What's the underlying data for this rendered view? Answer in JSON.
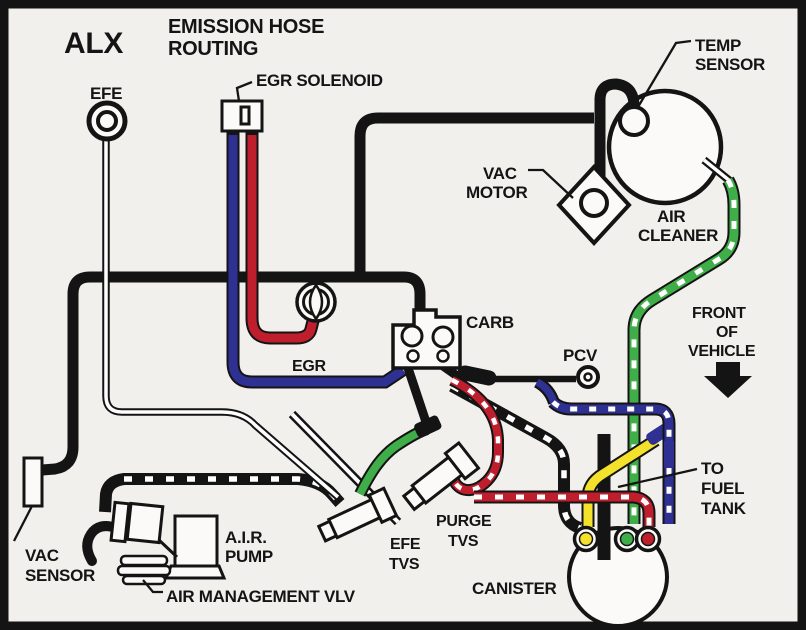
{
  "diagram": {
    "model_code": "ALX",
    "title_line1": "EMISSION HOSE",
    "title_line2": "ROUTING",
    "front_of_vehicle": [
      "FRONT",
      "OF",
      "VEHICLE"
    ]
  },
  "labels": {
    "efe": "EFE",
    "egr_solenoid": "EGR SOLENOID",
    "temp_sensor": [
      "TEMP",
      "SENSOR"
    ],
    "vac_motor": [
      "VAC",
      "MOTOR"
    ],
    "air_cleaner": [
      "AIR",
      "CLEANER"
    ],
    "carb": "CARB",
    "pcv": "PCV",
    "egr": "EGR",
    "to_fuel_tank": [
      "TO",
      "FUEL",
      "TANK"
    ],
    "vac_sensor": [
      "VAC",
      "SENSOR"
    ],
    "air_pump": [
      "A.I.R.",
      "PUMP"
    ],
    "air_management_valve": "AIR MANAGEMENT VLV",
    "efe_tvs": [
      "EFE",
      "TVS"
    ],
    "purge_tvs": [
      "PURGE",
      "TVS"
    ],
    "canister": "CANISTER"
  },
  "colors": {
    "background": "#f2f0ed",
    "line_black": "#141414",
    "stripe_white": "#ffffff",
    "hose_blue": "#2e3192",
    "hose_red": "#bf1e2d",
    "hose_green": "#3fae49",
    "hose_yellow": "#f4e12c"
  },
  "hoses": [
    {
      "name": "egr-solenoid-to-carb",
      "color": "blue",
      "pattern": "solid"
    },
    {
      "name": "egr-solenoid-to-egr-valve",
      "color": "red",
      "pattern": "solid"
    },
    {
      "name": "air-cleaner-to-canister",
      "color": "green",
      "pattern": "white-striped"
    },
    {
      "name": "pcv-line-to-fuel-tank",
      "color": "blue",
      "pattern": "white-striped"
    },
    {
      "name": "carb-to-purge-tvs-to-canister",
      "color": "red",
      "pattern": "white-striped"
    },
    {
      "name": "canister-yellow-line",
      "color": "yellow",
      "pattern": "solid"
    },
    {
      "name": "efe-tvs-to-carb",
      "color": "green",
      "pattern": "solid"
    },
    {
      "name": "air-pump-to-efe-tvs",
      "color": "black",
      "pattern": "white-striped"
    },
    {
      "name": "manifold-vacuum-lines",
      "color": "black",
      "pattern": "solid"
    },
    {
      "name": "efe-vacuum-line",
      "color": "white",
      "pattern": "thin-double-line"
    }
  ]
}
